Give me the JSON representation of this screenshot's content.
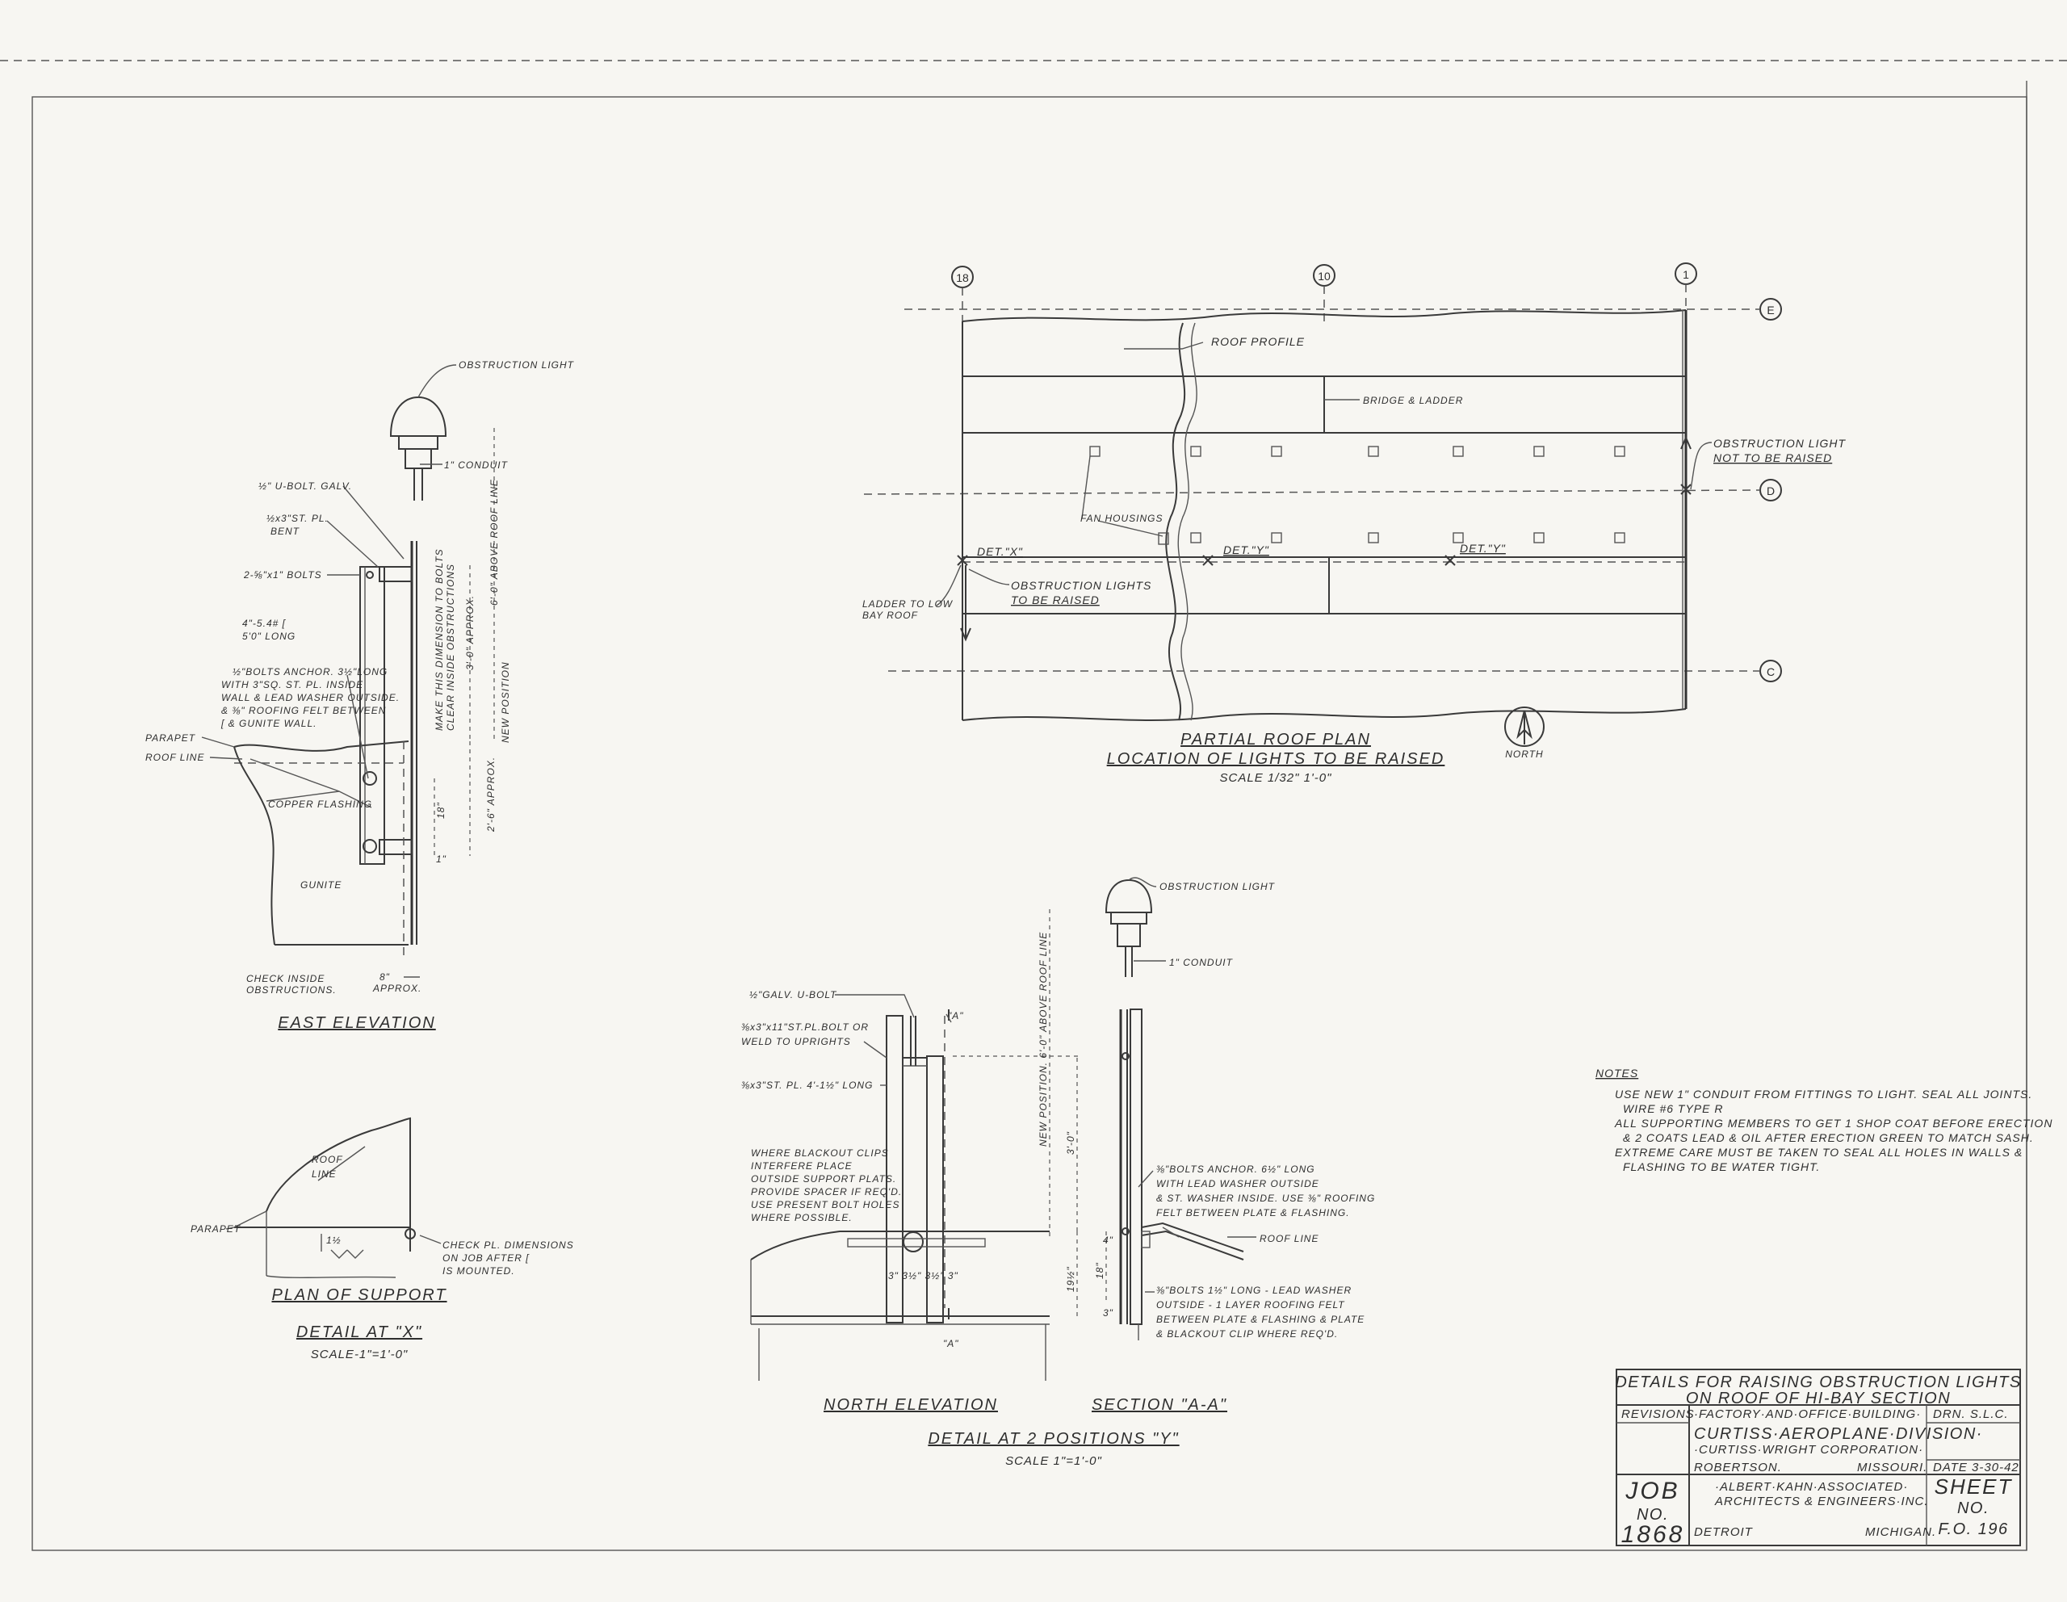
{
  "grid": {
    "col_18": "18",
    "col_10": "10",
    "col_1": "1",
    "row_E": "E",
    "row_D": "D",
    "row_C": "C"
  },
  "east_elevation": {
    "title": "EAST ELEVATION",
    "obstruction_light": "OBSTRUCTION LIGHT",
    "conduit": "1\" CONDUIT",
    "ubolt": "½\" U-BOLT. GALV.",
    "plate_1": "½x3\"ST. PL.",
    "plate_2": "BENT",
    "bolts": "2-⅝\"x1\" BOLTS",
    "channel_1": "4\"-5.4# [",
    "channel_2": "5'0\" LONG",
    "anchor_1": "½\"BOLTS ANCHOR. 3½\"LONG",
    "anchor_2": "WITH 3\"SQ. ST. PL. INSIDE",
    "anchor_3": "WALL & LEAD WASHER OUTSIDE.",
    "anchor_4": "& ⅜\" ROOFING FELT BETWEEN",
    "anchor_5": "[ & GUNITE WALL.",
    "parapet": "PARAPET",
    "roof_line": "ROOF LINE",
    "copper_flashing": "COPPER FLASHING",
    "gunite": "GUNITE",
    "check_1": "CHECK INSIDE",
    "check_2": "OBSTRUCTIONS.",
    "dim_8": "8\"",
    "dim_approx": "APPROX.",
    "dim_new_pos": "NEW POSITION",
    "dim_6ft": "6'-0\" ABOVE ROOF LINE",
    "dim_3ft": "3'-0\" APPROX.",
    "dim_make_1": "MAKE THIS DIMENSION TO BOLTS",
    "dim_make_2": "CLEAR INSIDE OBSTRUCTIONS",
    "dim_2ft": "2'-6\" APPROX.",
    "dim_18": "18\"",
    "dim_1": "1\""
  },
  "roof_plan": {
    "title_1": "PARTIAL ROOF PLAN",
    "title_2": "LOCATION OF LIGHTS TO BE RAISED",
    "scale": "SCALE 1/32\" 1'-0\"",
    "roof_profile": "ROOF PROFILE",
    "bridge": "BRIDGE & LADDER",
    "fan_housings": "FAN HOUSINGS",
    "det_x": "DET.\"X\"",
    "det_y1": "DET.\"Y\"",
    "det_y2": "DET.\"Y\"",
    "ladder_1": "LADDER TO LOW",
    "ladder_2": "BAY ROOF",
    "lights_1": "OBSTRUCTION LIGHTS",
    "lights_2": "TO BE RAISED",
    "not_1": "OBSTRUCTION LIGHT",
    "not_2": "NOT TO BE RAISED",
    "north": "NORTH"
  },
  "detail_x": {
    "roof_1": "ROOF",
    "roof_2": "LINE",
    "parapet": "PARAPET",
    "check_1": "CHECK PL. DIMENSIONS",
    "check_2": "ON JOB AFTER [",
    "check_3": "IS MOUNTED.",
    "dim": "1½",
    "title_1": "PLAN OF SUPPORT",
    "title_2": "DETAIL AT \"X\"",
    "scale": "SCALE-1\"=1'-0\""
  },
  "detail_y": {
    "obstruction_light": "OBSTRUCTION LIGHT",
    "conduit": "1\" CONDUIT",
    "ubolt": "½\"GALV. U-BOLT",
    "plate_1": "⅜x3\"x11\"ST.PL.BOLT OR",
    "plate_2": "WELD TO UPRIGHTS",
    "plate_3": "⅜x3\"ST. PL. 4'-1½\" LONG",
    "blackout_1": "WHERE BLACKOUT CLIPS",
    "blackout_2": "INTERFERE PLACE",
    "blackout_3": "OUTSIDE SUPPORT PLATS.",
    "blackout_4": "PROVIDE SPACER IF REQ'D.",
    "blackout_5": "USE PRESENT BOLT HOLES",
    "blackout_6": "WHERE POSSIBLE.",
    "dims_bottom": "3\" 3½\" 3½\" 3\"",
    "section_mark": "\"A\"",
    "new_pos": "NEW POSITION. 6'-0\" ABOVE ROOF LINE",
    "dim_3ft": "3'-0\"",
    "dim_19": "19½\"",
    "dim_18": "18\"",
    "dim_4": "4\"",
    "dim_3": "3\"",
    "bolts_1": "⅜\"BOLTS ANCHOR. 6½\" LONG",
    "bolts_2": "WITH LEAD WASHER OUTSIDE",
    "bolts_3": "& ST. WASHER INSIDE. USE ⅜\" ROOFING",
    "bolts_4": "FELT BETWEEN PLATE & FLASHING.",
    "roof_line": "ROOF LINE",
    "lead_1": "⅜\"BOLTS 1½\" LONG - LEAD WASHER",
    "lead_2": "OUTSIDE - 1 LAYER ROOFING FELT",
    "lead_3": "BETWEEN PLATE & FLASHING & PLATE",
    "lead_4": "& BLACKOUT CLIP WHERE REQ'D.",
    "north_elev": "NORTH ELEVATION",
    "section_aa": "SECTION \"A-A\"",
    "title": "DETAIL AT 2 POSITIONS \"Y\"",
    "scale": "SCALE 1\"=1'-0\""
  },
  "notes": {
    "title": "NOTES",
    "line_1": "USE NEW 1\" CONDUIT FROM FITTINGS TO LIGHT. SEAL ALL JOINTS.",
    "line_2": "WIRE #6 TYPE R",
    "line_3": "ALL SUPPORTING MEMBERS TO GET 1 SHOP COAT BEFORE ERECTION",
    "line_4": "& 2 COATS LEAD & OIL AFTER ERECTION GREEN TO MATCH SASH.",
    "line_5": "EXTREME CARE MUST BE TAKEN TO SEAL ALL HOLES IN WALLS &",
    "line_6": "FLASHING TO BE WATER TIGHT."
  },
  "title_block": {
    "title_1": "DETAILS FOR RAISING OBSTRUCTION LIGHTS",
    "title_2": "ON ROOF OF HI-BAY SECTION",
    "revisions": "REVISIONS",
    "building": "·FACTORY·AND·OFFICE·BUILDING·",
    "drn": "DRN. S.L.C.",
    "division": "CURTISS·AEROPLANE·DIVISION·",
    "corp": "·CURTISS·WRIGHT CORPORATION·",
    "city": "ROBERTSON.",
    "state": "MISSOURI.",
    "date": "DATE 3-30-42",
    "job_1": "JOB",
    "job_2": "NO.",
    "job_3": "1868",
    "arch_1": "·ALBERT·KAHN·ASSOCIATED·",
    "arch_2": "ARCHITECTS & ENGINEERS·INC.",
    "arch_city": "DETROIT",
    "arch_state": "MICHIGAN.",
    "sheet_1": "SHEET",
    "sheet_2": "NO.",
    "sheet_3": "F.O. 196"
  }
}
